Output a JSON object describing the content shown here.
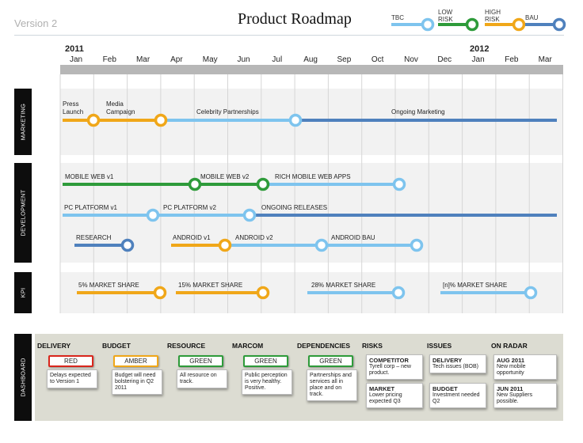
{
  "header": {
    "version": "Version 2",
    "title": "Product Roadmap",
    "legend": [
      {
        "label": "TBC",
        "color": "#7ec4ee"
      },
      {
        "label": "LOW RISK",
        "color": "#2e9b3a"
      },
      {
        "label": "HIGH RISK",
        "color": "#f0a719"
      },
      {
        "label": "BAU",
        "color": "#4f81bd"
      }
    ]
  },
  "timeline": {
    "years": [
      "2011",
      "2012"
    ],
    "months": [
      "Jan",
      "Feb",
      "Mar",
      "Apr",
      "May",
      "Jun",
      "Jul",
      "Aug",
      "Sep",
      "Oct",
      "Nov",
      "Dec",
      "Jan",
      "Feb",
      "Mar"
    ]
  },
  "sections": [
    "MARKETING",
    "DEVELOPMENT",
    "KPI",
    "DASHBOARD"
  ],
  "labels": {
    "press_launch": "Press Launch",
    "media_campaign": "Media Campaign",
    "celebrity": "Celebrity Partnerships",
    "ongoing_marketing": "Ongoing Marketing",
    "mobile_web_v1": "MOBILE WEB v1",
    "mobile_web_v2": "MOBILE WEB v2",
    "rich_mobile": "RICH MOBILE WEB APPS",
    "pc_v1": "PC PLATFORM v1",
    "pc_v2": "PC PLATFORM v2",
    "ongoing_releases": "ONGOING RELEASES",
    "research": "RESEARCH",
    "android_v1": "ANDROID v1",
    "android_v2": "ANDROID v2",
    "android_bau": "ANDROID BAU",
    "kpi_5": "5% MARKET SHARE",
    "kpi_15": "15% MARKET SHARE",
    "kpi_28": "28% MARKET SHARE",
    "kpi_n": "[n]% MARKET SHARE"
  },
  "dashboard": {
    "delivery": {
      "title": "DELIVERY",
      "status": "RED",
      "status_color": "#d9261c",
      "note": "Delays expected to Version 1"
    },
    "budget": {
      "title": "BUDGET",
      "status": "AMBER",
      "status_color": "#f0a719",
      "note": "Budget will need bolstering in Q2 2011"
    },
    "resource": {
      "title": "RESOURCE",
      "status": "GREEN",
      "status_color": "#2e9b3a",
      "note": "All resource on track."
    },
    "marcom": {
      "title": "MARCOM",
      "status": "GREEN",
      "status_color": "#2e9b3a",
      "note": "Public perception is very healthy. Positive."
    },
    "dependencies": {
      "title": "DEPENDENCIES",
      "status": "GREEN",
      "status_color": "#2e9b3a",
      "note": "Partnerships and services all in place and on track."
    },
    "risks": {
      "title": "RISKS",
      "n1_title": "COMPETITOR",
      "n1_text": "Tyrell corp – new product.",
      "n2_title": "MARKET",
      "n2_text": "Lower pricing expected Q3"
    },
    "issues": {
      "title": "ISSUES",
      "n1_title": "DELIVERY",
      "n1_text": "Tech issues (BOB)",
      "n2_title": "BUDGET",
      "n2_text": "Investment needed Q2"
    },
    "radar": {
      "title": "ON RADAR",
      "n1_title": "AUG 2011",
      "n1_text": "New mobile opportunity",
      "n2_title": "JUN 2011",
      "n2_text": "New Suppliers possible."
    }
  }
}
